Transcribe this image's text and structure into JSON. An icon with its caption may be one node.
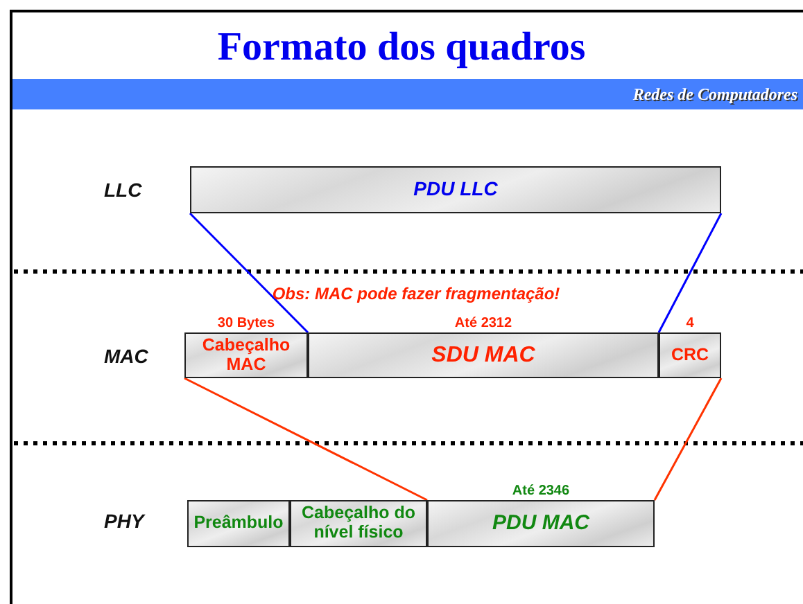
{
  "diagram": {
    "title": "Formato dos quadros",
    "nodes": [
      {
        "text": [
          "PDU LLC"
        ]
      },
      {
        "text": [
          "Cabeçalho MAC"
        ],
        "beside": [
          "30 Bytes"
        ]
      },
      {
        "text": [
          "SDU MAC"
        ],
        "beside": [
          "Até 2312"
        ]
      },
      {
        "text": [
          "CRC"
        ],
        "beside": [
          "4"
        ]
      },
      {
        "text": [
          "Preâmbulo"
        ]
      },
      {
        "text": [
          "Cabeçalho do nível físico"
        ]
      },
      {
        "text": [
          "PDU MAC"
        ],
        "beside": [
          "Até 2346"
        ]
      }
    ],
    "edges": [
      {
        "from": 0,
        "to": 2,
        "arrow": "none",
        "color": "#0000ff"
      },
      {
        "from": 0,
        "to": 2,
        "arrow": "none",
        "color": "#0000ff"
      },
      {
        "from": 1,
        "to": 6,
        "arrow": "none",
        "color": "#ff3300"
      },
      {
        "from": 3,
        "to": 6,
        "arrow": "none",
        "color": "#ff3300"
      }
    ],
    "labels": [
      "Redes de Computadores",
      "LLC",
      "Obs: MAC pode fazer fragmentação!",
      "MAC",
      "PHY"
    ]
  }
}
